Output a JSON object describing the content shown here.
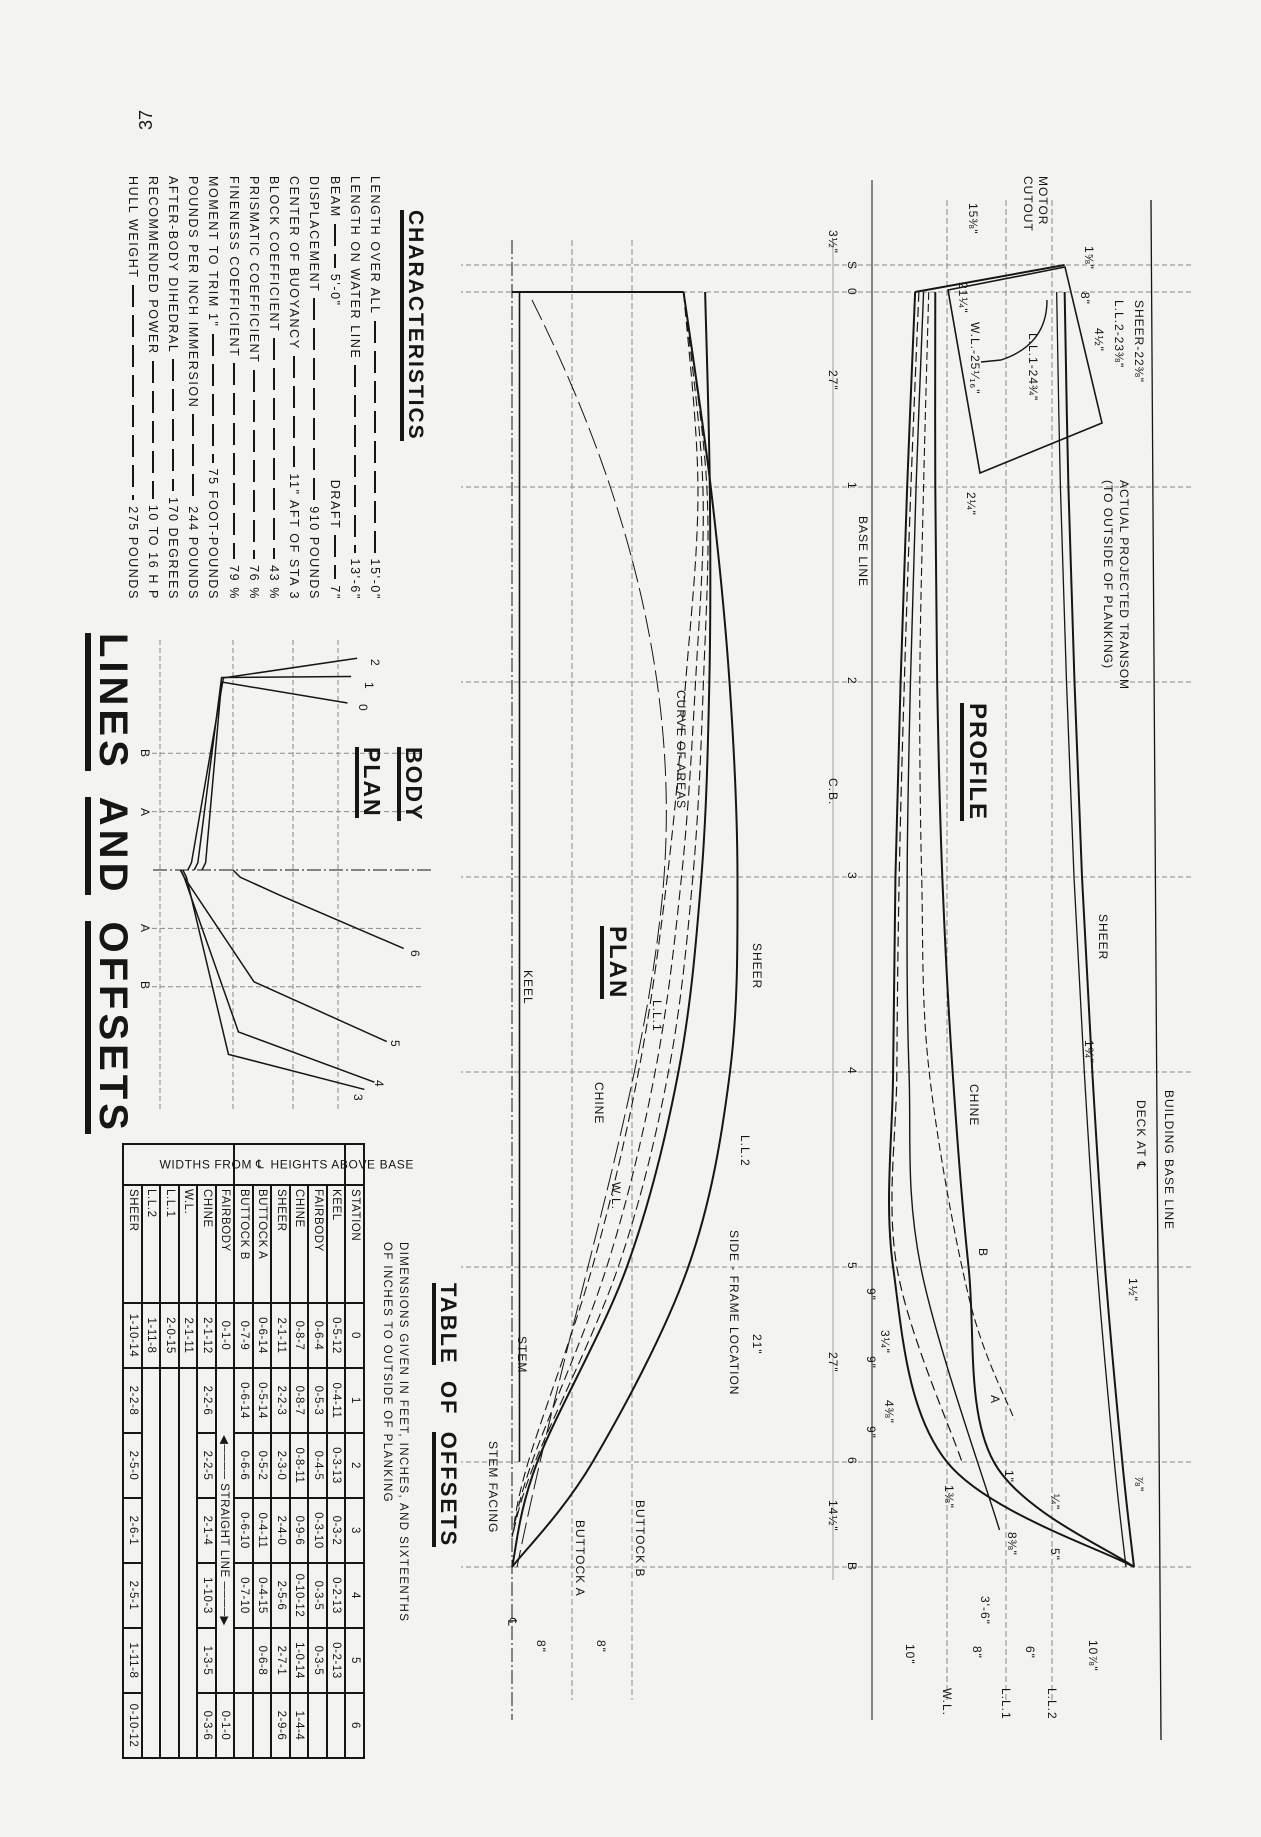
{
  "page_number": "37",
  "title": {
    "words": [
      "LINES",
      "AND",
      "OFFSETS"
    ]
  },
  "characteristics": {
    "heading": "CHARACTERISTICS",
    "items": [
      {
        "label": "LENGTH OVER ALL",
        "value": "15'-0\""
      },
      {
        "label": "LENGTH ON WATER LINE",
        "value": "13'-6\""
      },
      {
        "label": "BEAM",
        "value": "5'-0\"",
        "extra_label": "DRAFT",
        "extra_value": "7\""
      },
      {
        "label": "DISPLACEMENT",
        "value": "910 POUNDS"
      },
      {
        "label": "CENTER OF BUOYANCY",
        "value": "11\" AFT OF STA 3"
      },
      {
        "label": "BLOCK COEFFICIENT",
        "value": "43 %"
      },
      {
        "label": "PRISMATIC COEFFICIENT",
        "value": "76 %"
      },
      {
        "label": "FINENESS COEFFICIENT",
        "value": "79 %"
      },
      {
        "label": "MOMENT TO TRIM 1\"",
        "value": "75 FOOT-POUNDS"
      },
      {
        "label": "POUNDS PER INCH IMMERSION",
        "value": "244 POUNDS"
      },
      {
        "label": "AFTER-BODY DIHEDRAL",
        "value": "170 DEGREES"
      },
      {
        "label": "RECOMMENDED POWER",
        "value": "10 TO 16 H P"
      },
      {
        "label": "HULL WEIGHT",
        "value": "275 POUNDS"
      }
    ]
  },
  "profile": {
    "title": "PROFILE",
    "stations": [
      "S",
      "0",
      "1",
      "2",
      "3",
      "4",
      "5",
      "6",
      "B"
    ],
    "labels": {
      "sheer": "SHEER",
      "building_base_line": "BUILDING BASE LINE",
      "deck": "DECK AT ℄",
      "chine": "CHINE",
      "cb": "C.B.",
      "base_line": "BASE LINE",
      "motor_1": "MOTOR",
      "motor_2": "CUTOUT",
      "transom_1": "ACTUAL PROJECTED TRANSOM",
      "transom_2": "(TO OUTSIDE OF PLANKING)",
      "sheer_len": "SHEER-22⅜\"",
      "ll2_len": "L.L.2-23⅜\"",
      "ll1_len": "L.L.1-24¾\"",
      "wl_len": "W.L.-25¹⁄₁₆\"",
      "buttock_b": "B",
      "buttock_a": "A",
      "wl": "W.L.",
      "ll1": "L.L.1",
      "ll2": "L.L.2"
    },
    "dims": {
      "d15": "15⅜\"",
      "d3h": "3½\"",
      "d27a": "27\"",
      "d21": "21¼\"",
      "d1_58": "1⅝\"",
      "d8a": "8\"",
      "d4h": "4½\"",
      "d2q": "2¼\"",
      "d1_34": "1¾\"",
      "d1_12": "1½\"",
      "d78": "⅞\"",
      "d14": "¼\"",
      "d5": "5\"",
      "d1": "1\"",
      "d8_38": "8⅜\"",
      "d1_38": "1⅜\"",
      "d9a": "9\"",
      "d3_14": "3¼\"",
      "d9b": "9\"",
      "d4_38": "4⅜\"",
      "d9c": "9\"",
      "d27b": "27\"",
      "d14h": "14½\"",
      "d36": "3'-6\"",
      "d10": "10\"",
      "d8b": "8\"",
      "d6": "6\"",
      "d10_78": "10⅞\""
    }
  },
  "plan": {
    "title": "PLAN",
    "labels": {
      "curve_of_areas": "CURVE OF AREAS",
      "sheer": "SHEER",
      "ll1": "L.L.1",
      "keel": "KEEL",
      "chine": "CHINE",
      "ll2": "L.L.2",
      "wl": "W.L.",
      "side_frame": "SIDE - FRAME LOCATION",
      "d21": "21\"",
      "stem": "STEM",
      "stem_facing": "STEM FACING",
      "buttock_b": "BUTTOCK B",
      "buttock_a": "BUTTOCK A",
      "centerline": "℄",
      "d8a": "8\"",
      "d8b": "8\""
    }
  },
  "body_plan": {
    "title_1": "BODY",
    "title_2": "PLAN",
    "station_labels": {
      "s0": "0",
      "s1": "1",
      "s2": "2",
      "s3": "3",
      "s4": "4",
      "s5": "5",
      "s6": "6"
    },
    "grid_labels": {
      "b_left": "B",
      "a_left": "A",
      "a_right": "A",
      "b_right": "B"
    }
  },
  "table_of_offsets": {
    "title_words": [
      "TABLE",
      "OF",
      "OFFSETS"
    ],
    "note_1": "DIMENSIONS GIVEN IN FEET, INCHES, AND SIXTEENTHS",
    "note_2": "OF INCHES TO OUTSIDE OF PLANKING",
    "station_header": "STATION",
    "stations": [
      "0",
      "1",
      "2",
      "3",
      "4",
      "5",
      "6"
    ],
    "heights_group": "HEIGHTS ABOVE BASE",
    "widths_group": "WIDTHS FROM ℄",
    "straight_line": "STRAIGHT LINE",
    "heights": [
      {
        "label": "KEEL",
        "values": [
          "0-5-12",
          "0-4-11",
          "0-3-13",
          "0-3-2",
          "0-2-13",
          "0-2-13",
          ""
        ]
      },
      {
        "label": "FAIRBODY",
        "values": [
          "0-6-4",
          "0-5-3",
          "0-4-5",
          "0-3-10",
          "0-3-5",
          "0-3-5",
          ""
        ]
      },
      {
        "label": "CHINE",
        "values": [
          "0-8-7",
          "0-8-7",
          "0-8-11",
          "0-9-6",
          "0-10-12",
          "1-0-14",
          "1-4-4"
        ]
      },
      {
        "label": "SHEER",
        "values": [
          "2-1-11",
          "2-2-3",
          "2-3-0",
          "2-4-0",
          "2-5-6",
          "2-7-1",
          "2-9-6"
        ]
      },
      {
        "label": "BUTTOCK A",
        "values": [
          "0-6-14",
          "0-5-14",
          "0-5-2",
          "0-4-11",
          "0-4-15",
          "0-6-8",
          ""
        ]
      },
      {
        "label": "BUTTOCK B",
        "values": [
          "0-7-9",
          "0-6-14",
          "0-6-6",
          "0-6-10",
          "0-7-10",
          "",
          ""
        ]
      }
    ],
    "widths": [
      {
        "label": "FAIRBODY",
        "values": [
          "0-1-0",
          "",
          "",
          "",
          "",
          "",
          "0-1-0"
        ],
        "straight": true
      },
      {
        "label": "CHINE",
        "values": [
          "2-1-12",
          "2-2-6",
          "2-2-5",
          "2-1-4",
          "1-10-3",
          "1-3-5",
          "0-3-6"
        ]
      },
      {
        "label": "W.L.",
        "values": [
          "2-1-11"
        ]
      },
      {
        "label": "L.L.1",
        "values": [
          "2-0-15"
        ]
      },
      {
        "label": "L.L.2",
        "values": [
          "1-11-8"
        ]
      },
      {
        "label": "SHEER",
        "values": [
          "1-10-14",
          "2-2-8",
          "2-5-0",
          "2-6-1",
          "2-5-1",
          "1-11-8",
          "0-10-12"
        ]
      }
    ]
  },
  "colors": {
    "paper": "#f3f3f0",
    "ink": "#161616",
    "grid": "#8a8a8a"
  }
}
